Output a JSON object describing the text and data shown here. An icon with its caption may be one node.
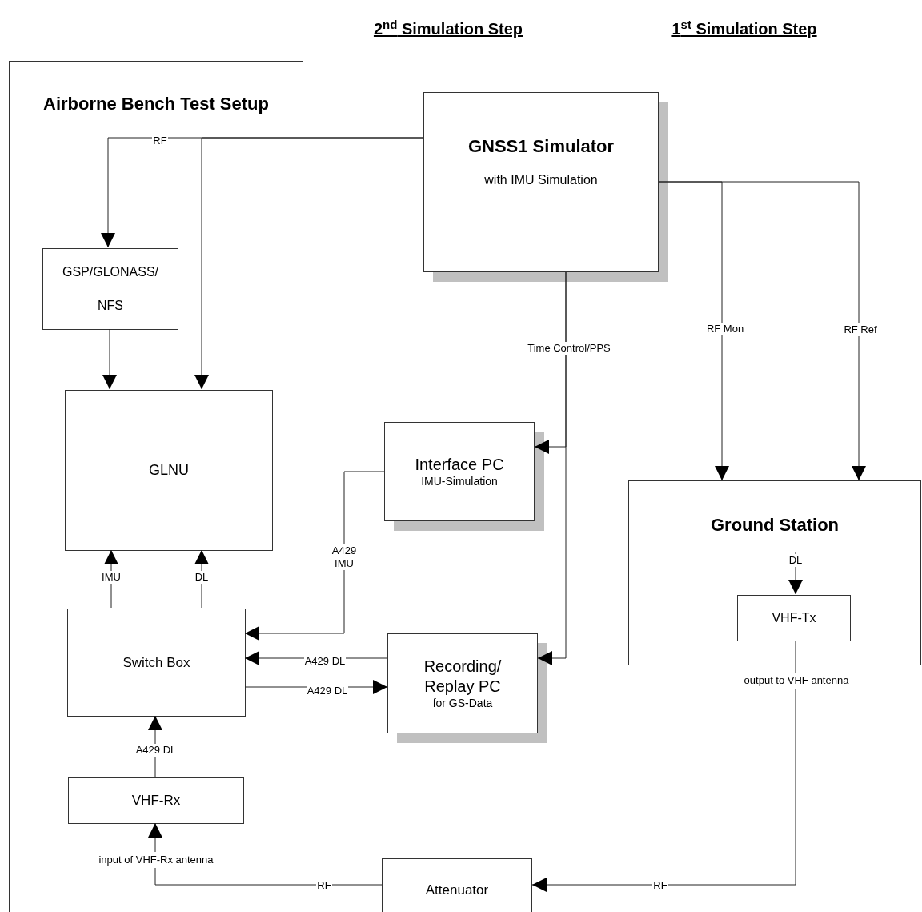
{
  "diagram": {
    "nodes": [
      {
        "text": [
          "Airborne Bench Test Setup"
        ]
      },
      {
        "text": [
          "GNSS1 Simulator",
          "with IMU Simulation"
        ]
      },
      {
        "text": [
          "GSP/GLONASS/ NFS"
        ],
        "in": 0
      },
      {
        "text": [
          "GLNU"
        ],
        "in": 0
      },
      {
        "text": [
          "Interface PC",
          "IMU-Simulation"
        ]
      },
      {
        "text": [
          "Ground Station"
        ]
      },
      {
        "text": [
          "VHF-Tx"
        ],
        "in": 5
      },
      {
        "text": [
          "Switch Box"
        ],
        "in": 0
      },
      {
        "text": [
          "Recording/ Replay PC",
          "for GS-Data"
        ]
      },
      {
        "text": [
          "VHF-Rx"
        ],
        "in": 0
      },
      {
        "text": [
          "Attenuator"
        ]
      }
    ],
    "edges": [
      {
        "from": 1,
        "to": 2,
        "arrow": "to",
        "label": "RF"
      },
      {
        "from": 1,
        "to": 3,
        "arrow": "to"
      },
      {
        "from": 2,
        "to": 3,
        "arrow": "to"
      },
      {
        "from": 1,
        "to": 4,
        "arrow": "to",
        "label": "Time Control/PPS"
      },
      {
        "from": 1,
        "to": 8,
        "arrow": "to"
      },
      {
        "from": 1,
        "to": 5,
        "arrow": "to",
        "label": "RF Mon"
      },
      {
        "from": 1,
        "to": 5,
        "arrow": "to",
        "label": "RF Ref"
      },
      {
        "from": 7,
        "to": 3,
        "arrow": "to",
        "label": "IMU"
      },
      {
        "from": 7,
        "to": 3,
        "arrow": "to",
        "label": "DL"
      },
      {
        "from": 4,
        "to": 7,
        "arrow": "to",
        "label": "A429 IMU"
      },
      {
        "from": 8,
        "to": 7,
        "arrow": "to",
        "label": "A429 DL"
      },
      {
        "from": 7,
        "to": 8,
        "arrow": "to",
        "label": "A429 DL"
      },
      {
        "from": 9,
        "to": 7,
        "arrow": "to",
        "label": "A429 DL"
      },
      {
        "from": 10,
        "to": 9,
        "arrow": "to",
        "label": "RF"
      },
      {
        "from": 6,
        "to": 10,
        "arrow": "to",
        "label": "RF"
      },
      {
        "from": null,
        "to": 6,
        "arrow": "to",
        "label": "DL"
      }
    ],
    "labels": [
      "2$^{nd}$ Simulation Step",
      "1$^{st}$ Simulation Step",
      "input of VHF-Rx antenna",
      "output to VHF antenna"
    ]
  }
}
